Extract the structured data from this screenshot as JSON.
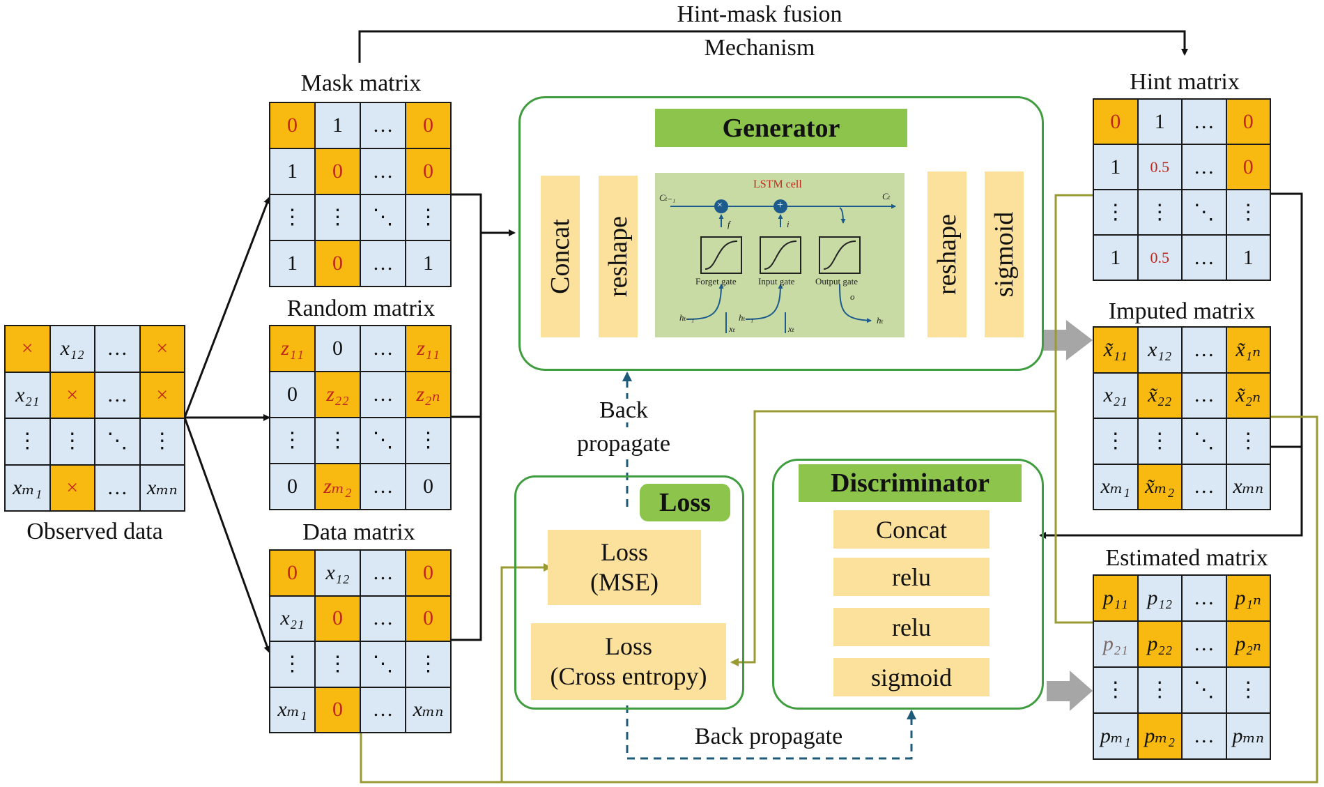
{
  "header": {
    "line1": "Hint-mask fusion",
    "line2": "Mechanism"
  },
  "observed": {
    "label": "Observed data",
    "cells": [
      [
        "×",
        "x₁₂",
        "…",
        "×"
      ],
      [
        "x₂₁",
        "×",
        "…",
        "×"
      ],
      [
        "⋮",
        "⋮",
        "⋱",
        "⋮"
      ],
      [
        "xₘ₁",
        "×",
        "…",
        "xₘₙ"
      ]
    ]
  },
  "mask": {
    "label": "Mask matrix",
    "cells": [
      [
        "0",
        "1",
        "…",
        "0"
      ],
      [
        "1",
        "0",
        "…",
        "0"
      ],
      [
        "⋮",
        "⋮",
        "⋱",
        "⋮"
      ],
      [
        "1",
        "0",
        "…",
        "1"
      ]
    ]
  },
  "random": {
    "label": "Random matrix",
    "cells": [
      [
        "z₁₁",
        "0",
        "…",
        "z₁₁"
      ],
      [
        "0",
        "z₂₂",
        "…",
        "z₂ₙ"
      ],
      [
        "⋮",
        "⋮",
        "⋱",
        "⋮"
      ],
      [
        "0",
        "zₘ₂",
        "…",
        "0"
      ]
    ]
  },
  "datam": {
    "label": "Data matrix",
    "cells": [
      [
        "0",
        "x₁₂",
        "…",
        "0"
      ],
      [
        "x₂₁",
        "0",
        "…",
        "0"
      ],
      [
        "⋮",
        "⋮",
        "⋱",
        "⋮"
      ],
      [
        "xₘ₁",
        "0",
        "…",
        "xₘₙ"
      ]
    ]
  },
  "hint": {
    "label": "Hint matrix",
    "cells": [
      [
        "0",
        "1",
        "…",
        "0"
      ],
      [
        "1",
        "0.5",
        "…",
        "0"
      ],
      [
        "⋮",
        "⋮",
        "⋱",
        "⋮"
      ],
      [
        "1",
        "0.5",
        "…",
        "1"
      ]
    ]
  },
  "imputed": {
    "label": "Imputed matrix",
    "cells": [
      [
        "x̃₁₁",
        "x₁₂",
        "…",
        "x̃₁ₙ"
      ],
      [
        "x₂₁",
        "x̃₂₂",
        "…",
        "x̃₂ₙ"
      ],
      [
        "⋮",
        "⋮",
        "⋱",
        "⋮"
      ],
      [
        "xₘ₁",
        "x̃ₘ₂",
        "…",
        "xₘₙ"
      ]
    ]
  },
  "estimated": {
    "label": "Estimated matrix",
    "cells": [
      [
        "p₁₁",
        "p₁₂",
        "…",
        "p₁ₙ"
      ],
      [
        "p₂₁",
        "p₂₂",
        "…",
        "p₂ₙ"
      ],
      [
        "⋮",
        "⋮",
        "⋱",
        "⋮"
      ],
      [
        "pₘ₁",
        "pₘ₂",
        "…",
        "pₘₙ"
      ]
    ]
  },
  "generator": {
    "title": "Generator",
    "layers": [
      "Concat",
      "reshape",
      "reshape",
      "sigmoid"
    ],
    "lstm": {
      "title": "LSTM cell",
      "c_prev": "Cₜ₋₁",
      "c_t": "Cₜ",
      "f": "f",
      "i": "i",
      "o": "o",
      "forget": "Forget gate",
      "input": "Input gate",
      "output": "Output gate",
      "h_prev1": "hₜ₋₁",
      "h_prev2": "hₜ₋₁",
      "h_t": "hₜ",
      "x1": "xₜ",
      "x2": "xₜ",
      "times": "×",
      "plus": "+"
    }
  },
  "loss": {
    "title": "Loss",
    "mse_l1": "Loss",
    "mse_l2": "(MSE)",
    "ce_l1": "Loss",
    "ce_l2": "(Cross entropy)"
  },
  "discriminator": {
    "title": "Discriminator",
    "layers": [
      "Concat",
      "relu",
      "relu",
      "sigmoid"
    ]
  },
  "backprop": {
    "upper_l1": "Back",
    "upper_l2": "propagate",
    "lower": "Back propagate"
  },
  "colors": {
    "orange": "#f8b910",
    "blue": "#dae8f5",
    "green": "#3f9d3f",
    "olive": "#9a9a32",
    "navy": "#1f5a7a",
    "grey_arrow": "#a6a6a6"
  }
}
